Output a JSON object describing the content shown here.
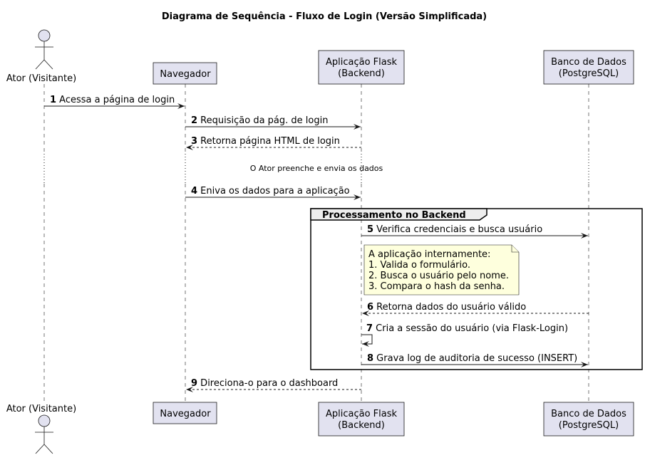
{
  "title": "Diagrama de Sequência - Fluxo de Login (Versão Simplificada)",
  "participants": [
    {
      "id": "actor",
      "kind": "actor",
      "lines": [
        "Ator (Visitante)"
      ]
    },
    {
      "id": "browser",
      "kind": "participant",
      "lines": [
        "Navegador"
      ]
    },
    {
      "id": "flask",
      "kind": "participant",
      "lines": [
        "Aplicação Flask",
        "(Backend)"
      ]
    },
    {
      "id": "db",
      "kind": "participant",
      "lines": [
        "Banco de Dados",
        "(PostgreSQL)"
      ]
    }
  ],
  "messages": [
    {
      "num": "1",
      "text": "Acessa a página de login",
      "from": "actor",
      "to": "browser",
      "style": "solid"
    },
    {
      "num": "2",
      "text": "Requisição da pág. de login",
      "from": "browser",
      "to": "flask",
      "style": "solid"
    },
    {
      "num": "3",
      "text": "Retorna página HTML de login",
      "from": "flask",
      "to": "browser",
      "style": "dashed"
    },
    {
      "num": "4",
      "text": "Eniva os dados para a aplicação",
      "from": "browser",
      "to": "flask",
      "style": "solid"
    },
    {
      "num": "5",
      "text": "Verifica credenciais e busca usuário",
      "from": "flask",
      "to": "db",
      "style": "solid"
    },
    {
      "num": "6",
      "text": "Retorna dados do usuário válido",
      "from": "db",
      "to": "flask",
      "style": "dashed"
    },
    {
      "num": "7",
      "text": "Cria a sessão do usuário (via Flask-Login)",
      "from": "flask",
      "to": "flask",
      "style": "solid"
    },
    {
      "num": "8",
      "text": "Grava log de auditoria de sucesso (INSERT)",
      "from": "flask",
      "to": "db",
      "style": "solid"
    },
    {
      "num": "9",
      "text": "Direciona-o para o dashboard",
      "from": "flask",
      "to": "browser",
      "style": "dashed"
    }
  ],
  "delay_text": "O Ator preenche e envia os dados",
  "group": {
    "label": "Processamento no Backend"
  },
  "note": {
    "lines": [
      "A aplicação internamente:",
      "1. Valida o formulário.",
      "2. Busca o usuário pelo nome.",
      "3. Compara o hash da senha."
    ]
  }
}
